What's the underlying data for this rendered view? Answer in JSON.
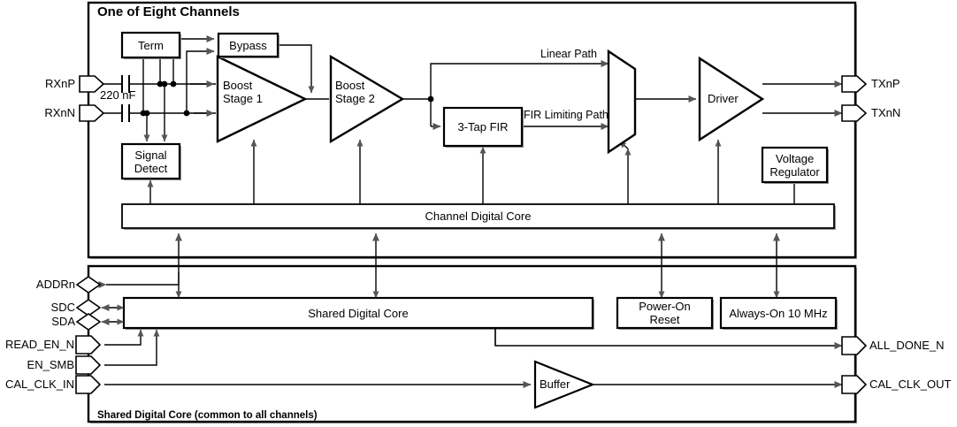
{
  "diagram": {
    "title": "One of Eight Channels",
    "shared_section_title": "Shared Digital Core (common to all channels)"
  },
  "channel": {
    "blocks": {
      "term": "Term",
      "bypass": "Bypass",
      "signal_detect": "Signal\nDetect",
      "boost_stage_1": "Boost\nStage 1",
      "boost_stage_2": "Boost\nStage 2",
      "fir": "3-Tap FIR",
      "driver": "Driver",
      "voltage_regulator": "Voltage\nRegulator",
      "channel_digital_core": "Channel Digital Core"
    },
    "annotations": {
      "cap_value": "220 nF",
      "linear_path": "Linear Path",
      "fir_limiting_path": "FIR Limiting Path"
    },
    "pins": {
      "rxnp": "RXnP",
      "rxnn": "RXnN",
      "txnp": "TXnP",
      "txnn": "TXnN"
    }
  },
  "shared": {
    "blocks": {
      "shared_digital_core": "Shared Digital Core",
      "power_on_reset": "Power-On\nReset",
      "always_on_clock": "Always-On 10 MHz",
      "buffer": "Buffer"
    },
    "pins_in": {
      "addrn": "ADDRn",
      "sdc": "SDC",
      "sda": "SDA",
      "read_en_n": "READ_EN_N",
      "en_smb": "EN_SMB",
      "cal_clk_in": "CAL_CLK_IN"
    },
    "pins_out": {
      "all_done_n": "ALL_DONE_N",
      "cal_clk_out": "CAL_CLK_OUT"
    }
  },
  "colors": {
    "stroke": "#000000",
    "shadow": "#8c8c8c",
    "background": "#ffffff",
    "text": "#000000"
  }
}
